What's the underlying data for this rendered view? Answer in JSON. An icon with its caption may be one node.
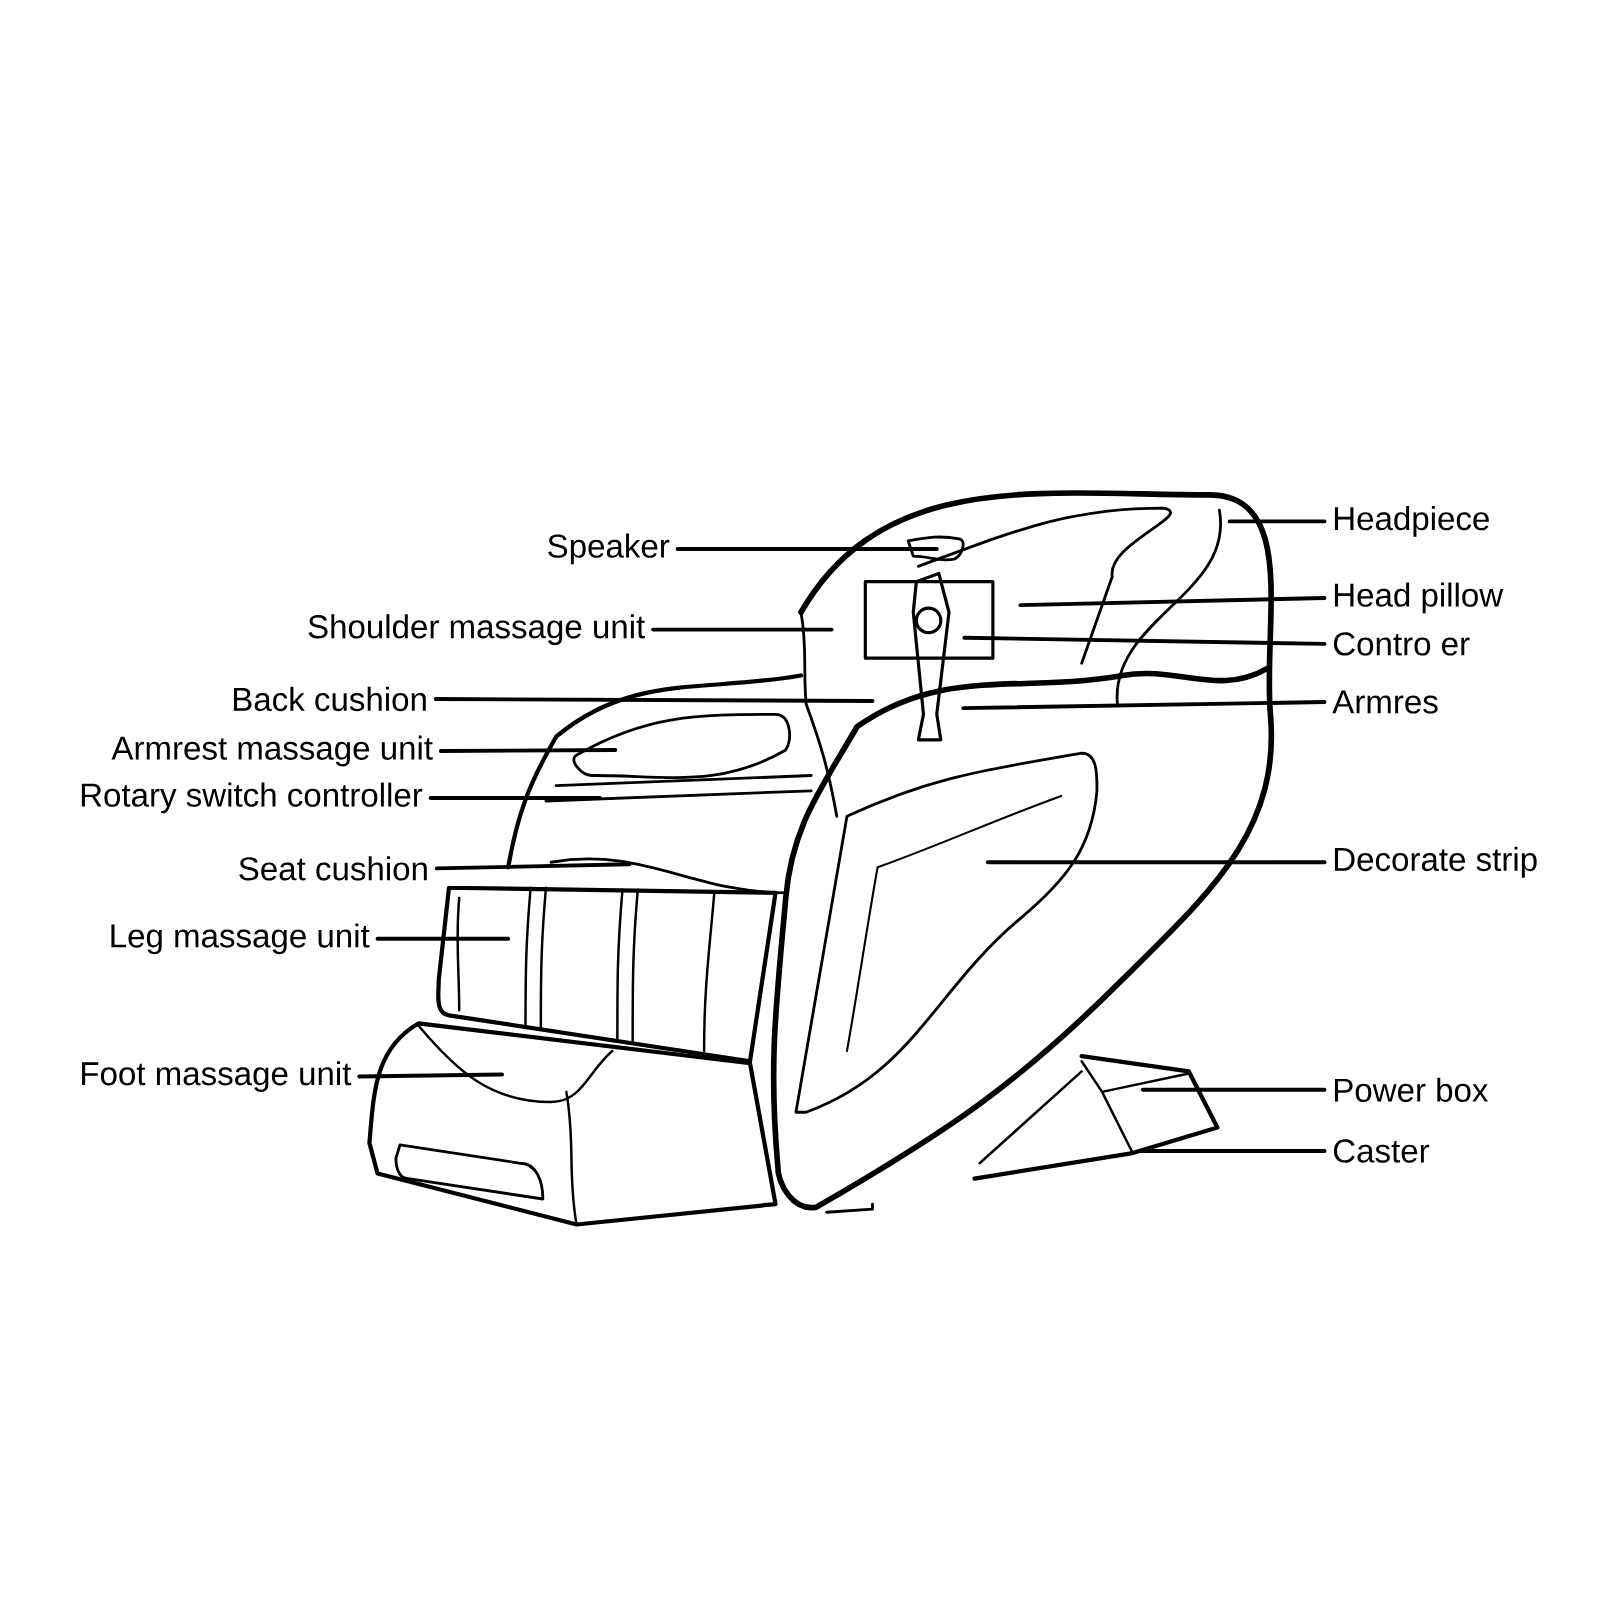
{
  "diagram": {
    "nodes": [
      {
        "text": [
          "Speaker"
        ]
      },
      {
        "text": [
          "Shoulder massage unit"
        ]
      },
      {
        "text": [
          "Back cushion"
        ]
      },
      {
        "text": [
          "Armrest massage unit"
        ]
      },
      {
        "text": [
          "Rotary switch controller"
        ]
      },
      {
        "text": [
          "Seat cushion"
        ]
      },
      {
        "text": [
          "Leg massage unit"
        ]
      },
      {
        "text": [
          "Foot massage unit"
        ]
      },
      {
        "text": [
          "Headpiece"
        ]
      },
      {
        "text": [
          "Head pillow"
        ]
      },
      {
        "text": [
          "Contro er"
        ]
      },
      {
        "text": [
          "Armres"
        ]
      },
      {
        "text": [
          "Decorate strip"
        ]
      },
      {
        "text": [
          "Power box"
        ]
      },
      {
        "text": [
          "Caster"
        ]
      }
    ],
    "edges": [
      {
        "from": 0,
        "to": null,
        "arrow": "none"
      },
      {
        "from": 1,
        "to": null,
        "arrow": "none"
      },
      {
        "from": 2,
        "to": null,
        "arrow": "none"
      },
      {
        "from": 3,
        "to": null,
        "arrow": "none"
      },
      {
        "from": 4,
        "to": null,
        "arrow": "none"
      },
      {
        "from": 5,
        "to": null,
        "arrow": "none"
      },
      {
        "from": 6,
        "to": null,
        "arrow": "none"
      },
      {
        "from": 7,
        "to": null,
        "arrow": "none"
      },
      {
        "from": 8,
        "to": null,
        "arrow": "none"
      },
      {
        "from": 9,
        "to": null,
        "arrow": "none"
      },
      {
        "from": 10,
        "to": null,
        "arrow": "none"
      },
      {
        "from": 11,
        "to": null,
        "arrow": "none"
      },
      {
        "from": 12,
        "to": null,
        "arrow": "none"
      },
      {
        "from": 13,
        "to": null,
        "arrow": "none"
      },
      {
        "from": 14,
        "to": null,
        "arrow": "none"
      }
    ]
  }
}
